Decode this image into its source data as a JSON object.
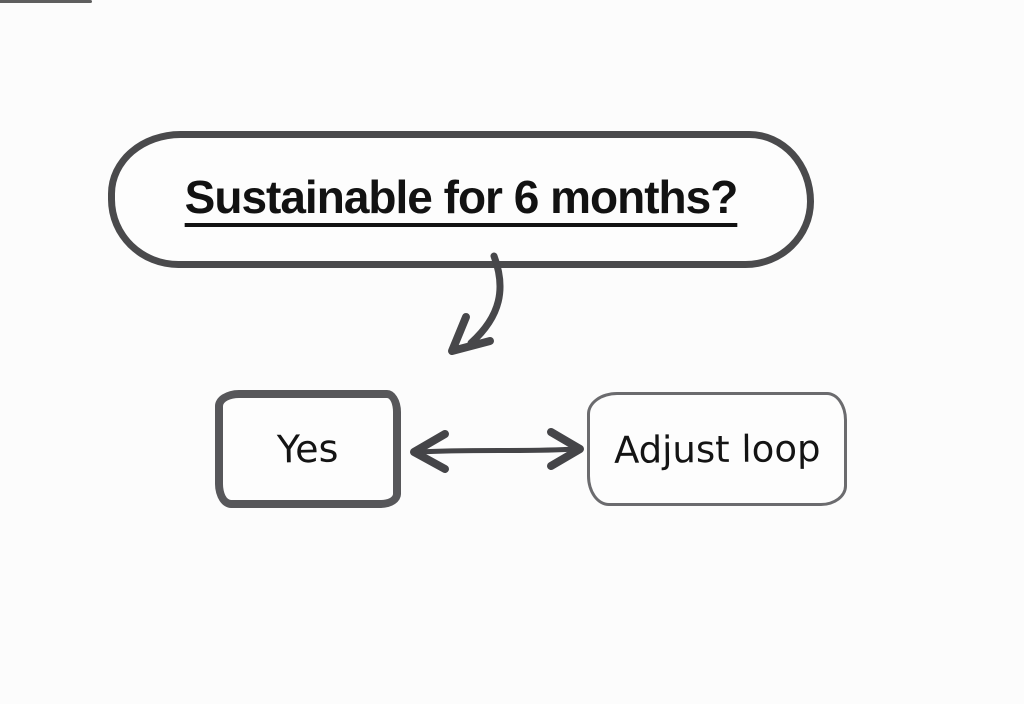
{
  "diagram": {
    "title_node": {
      "label": "Sustainable for 6 months?"
    },
    "yes_node": {
      "label": "Yes"
    },
    "adjust_node": {
      "label": "Adjust loop"
    },
    "icons": {
      "curved-down-arrow": "↓",
      "double-headed-arrow": "↔"
    },
    "colors": {
      "background": "#fcfcfc",
      "stroke_dark": "#4a4a4c",
      "stroke_thick_box": "#57575a",
      "stroke_thin_box": "#6b6b6e",
      "text": "#141414"
    }
  }
}
